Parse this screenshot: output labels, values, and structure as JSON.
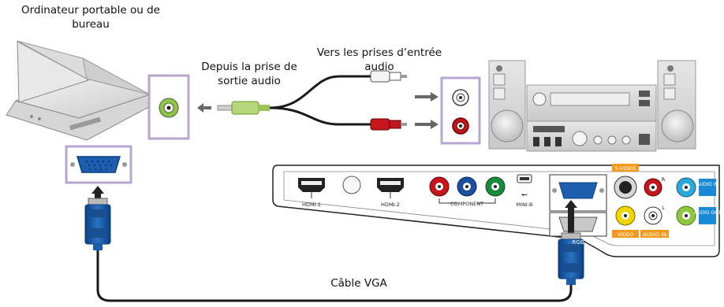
{
  "labels": {
    "computer_line1": "Ordinateur portable ou de",
    "computer_line2": "bureau",
    "audio_out_line1": "Depuis la prise de",
    "audio_out_line2": "sortie audio",
    "audio_in_line1": "Vers les prises d’entrée",
    "audio_in_line2": "audio",
    "vga_cable": "Câble VGA"
  },
  "projector_panel": {
    "hdmi1": "HDMI-1",
    "hdmi2": "HDMI-2",
    "component": "COMPONENT",
    "mini_b": "MINI-B",
    "s_video": "S-VIDEO",
    "video": "VIDEO",
    "audio_in_panel": "AUDIO IN",
    "rgb": "RGB",
    "audio_in_jack": "AUDIO IN",
    "audio_out_jack": "AUDIO OUT",
    "r": "R",
    "l": "L"
  },
  "colors": {
    "panel_highlight": "#b7a6cf",
    "cable": "#1a1a1a",
    "vga_blue": "#1d5fae",
    "audio_red": "#c4161c",
    "audio_white": "#ffffff",
    "audio_green": "#8dc63f",
    "component_green": "#1a8a3c",
    "component_blue": "#1d4fa0",
    "video_yellow": "#f2d500",
    "label_orange": "#f39a1e",
    "label_blue": "#1b8ad6",
    "stereo_gray": "#d9d9d9"
  }
}
